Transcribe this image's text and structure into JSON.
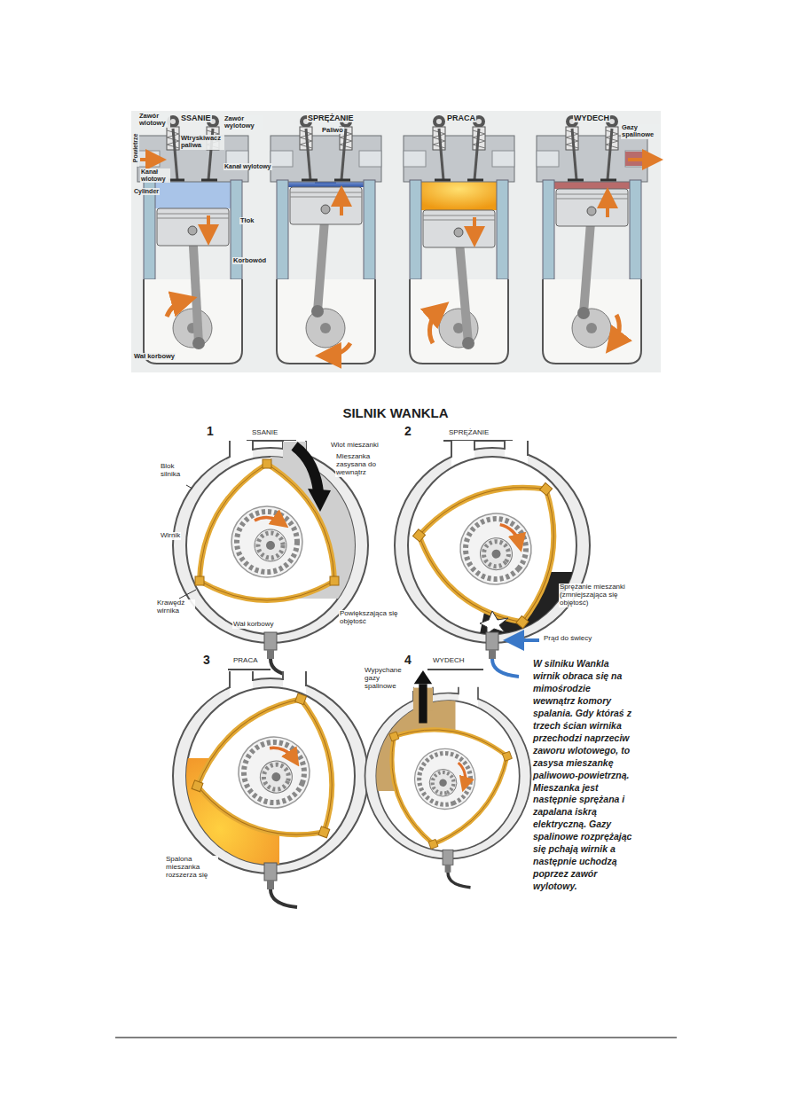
{
  "diagram": {
    "title": "SILNIK WANKLA",
    "labels": [
      "SSANIE",
      "SPRĘŻANIE",
      "PRACA",
      "WYDECH",
      "Zawór wlotowy",
      "Zawór wylotowy",
      "Wtryskiwacz paliwa",
      "Kanał wylotowy",
      "Powietrze",
      "Kanał wlotowy",
      "Cylinder",
      "Tłok",
      "Korbowód",
      "Wał korbowy",
      "Paliwo",
      "Gazy spalinowe",
      "1",
      "SSANIE",
      "2",
      "SPRĘŻANIE",
      "3",
      "PRACA",
      "4",
      "WYDECH",
      "Blok silnika",
      "Wlot mieszanki",
      "Mieszanka zasysana do wewnątrz",
      "Wirnik",
      "Krawędź wirnika",
      "Wał korbowy",
      "Powiększająca się objętość",
      "Sprężanie mieszanki (zmniejszająca się objętość)",
      "Prąd do świecy",
      "Spalona mieszanka rozszerza się",
      "Wypychane gazy spalinowe",
      "W silniku Wankla wirnik obraca się na mimośrodzie wewnątrz komory spalania. Gdy któraś z trzech ścian wirnika przechodzi naprzeciw zaworu wlotowego, to zasysa mieszankę paliwowo-powietrzną. Mieszanka jest następnie sprężana i zapalana iskrą elektryczną. Gazy spalinowe rozprężając się pchają wirnik a następnie uchodzą poprzez zawór wylotowy."
    ]
  }
}
